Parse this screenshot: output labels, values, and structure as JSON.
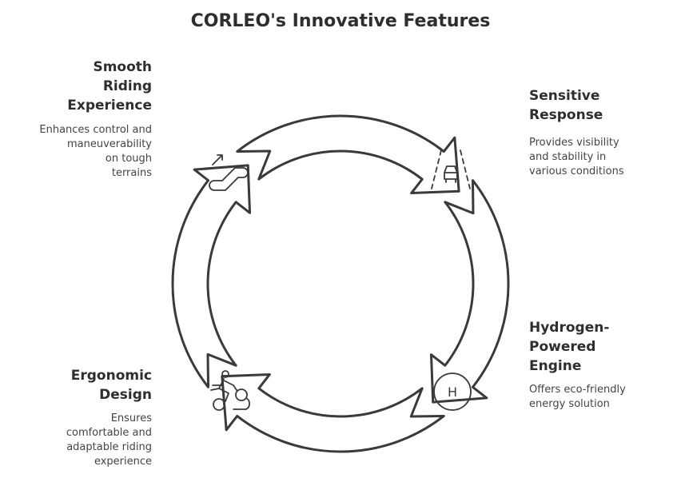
{
  "title": "CORLEO's Innovative Features",
  "features": [
    {
      "id": "smooth",
      "title": "Smooth Riding Experience",
      "description": "Enhances control and maneuverability on tough terrains",
      "icon": "escalator-icon"
    },
    {
      "id": "sensitive",
      "title": "Sensitive Response",
      "description": "Provides visibility and stability in various conditions",
      "icon": "road-car-icon"
    },
    {
      "id": "hydrogen",
      "title": "Hydrogen-Powered Engine",
      "description": "Offers eco-friendly energy solution",
      "icon": "hydrogen-icon"
    },
    {
      "id": "ergonomic",
      "title": "Ergonomic Design",
      "description": "Ensures comfortable and adaptable riding experience",
      "icon": "cyclist-icon"
    }
  ],
  "icon_text": {
    "hydrogen": "H"
  },
  "colors": {
    "stroke": "#3a3a3a",
    "fill": "#ffffff",
    "text": "#2e2e2e"
  }
}
